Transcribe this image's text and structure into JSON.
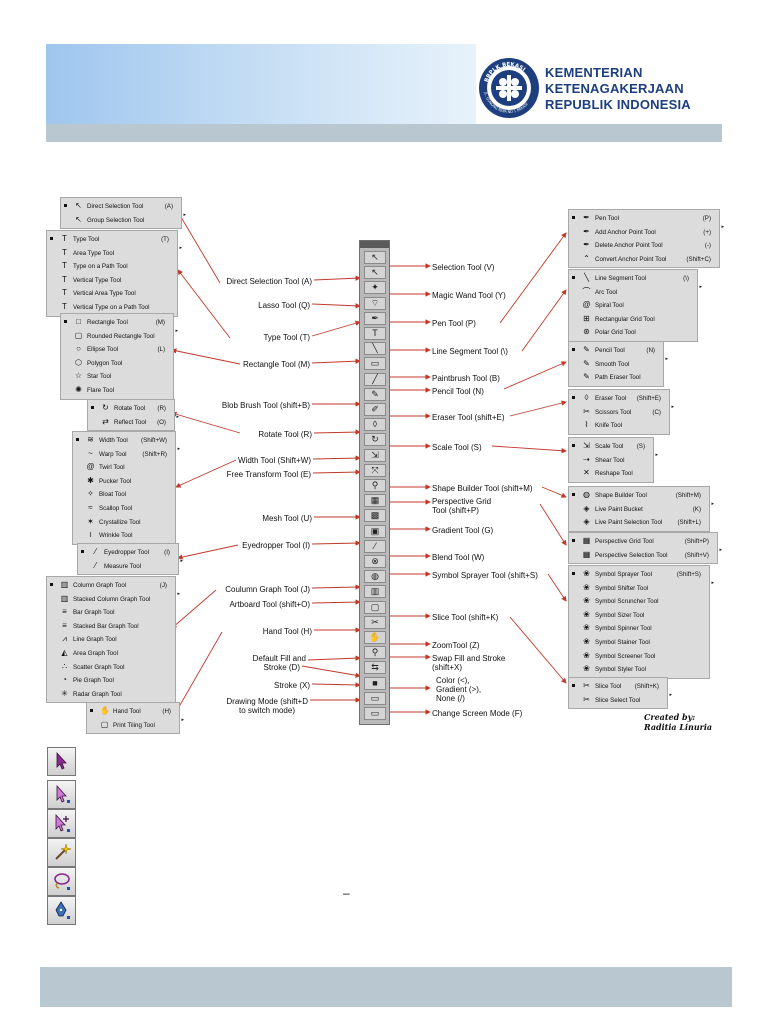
{
  "header": {
    "ministry_lines": [
      "KEMENTERIAN",
      "KETENAGAKERJAAN",
      "REPUBLIK INDONESIA"
    ],
    "logo_text": "BBPLK BEKASI",
    "logo_ring_text": "JL. GUNUNG RAYA NO 1 BEKASI"
  },
  "colors": {
    "banner": "#9fc6ee",
    "band": "#b8c7d0",
    "ministry_text": "#1d3f80",
    "arrow": "#c0392b"
  },
  "left_panels": [
    {
      "id": "direct-selection",
      "rows": [
        {
          "icon": "↖",
          "name": "Direct Selection Tool",
          "key": "(A)",
          "bullet": true
        },
        {
          "icon": "↖",
          "name": "Group Selection Tool",
          "key": ""
        }
      ]
    },
    {
      "id": "type",
      "rows": [
        {
          "icon": "T",
          "name": "Type Tool",
          "key": "(T)",
          "bullet": true
        },
        {
          "icon": "T",
          "name": "Area Type Tool",
          "key": ""
        },
        {
          "icon": "T",
          "name": "Type on a Path Tool",
          "key": ""
        },
        {
          "icon": "T",
          "name": "Vertical Type Tool",
          "key": ""
        },
        {
          "icon": "T",
          "name": "Vertical Area Type Tool",
          "key": ""
        },
        {
          "icon": "T",
          "name": "Vertical Type on a Path Tool",
          "key": ""
        }
      ]
    },
    {
      "id": "rectangle",
      "rows": [
        {
          "icon": "□",
          "name": "Rectangle Tool",
          "key": "(M)",
          "bullet": true
        },
        {
          "icon": "▢",
          "name": "Rounded Rectangle Tool",
          "key": ""
        },
        {
          "icon": "○",
          "name": "Ellipse Tool",
          "key": "(L)"
        },
        {
          "icon": "⬡",
          "name": "Polygon Tool",
          "key": ""
        },
        {
          "icon": "☆",
          "name": "Star Tool",
          "key": ""
        },
        {
          "icon": "✺",
          "name": "Flare Tool",
          "key": ""
        }
      ]
    },
    {
      "id": "rotate",
      "rows": [
        {
          "icon": "↻",
          "name": "Rotate Tool",
          "key": "(R)",
          "bullet": true
        },
        {
          "icon": "⇄",
          "name": "Reflect Tool",
          "key": "(O)"
        }
      ]
    },
    {
      "id": "width",
      "rows": [
        {
          "icon": "≋",
          "name": "Width Tool",
          "key": "(Shift+W)",
          "bullet": true
        },
        {
          "icon": "~",
          "name": "Warp Tool",
          "key": "(Shift+R)"
        },
        {
          "icon": "@",
          "name": "Twirl Tool",
          "key": ""
        },
        {
          "icon": "✱",
          "name": "Pucker Tool",
          "key": ""
        },
        {
          "icon": "✧",
          "name": "Bloat Tool",
          "key": ""
        },
        {
          "icon": "≈",
          "name": "Scallop Tool",
          "key": ""
        },
        {
          "icon": "✶",
          "name": "Crystallize Tool",
          "key": ""
        },
        {
          "icon": "≀",
          "name": "Wrinkle Tool",
          "key": ""
        }
      ]
    },
    {
      "id": "eyedropper",
      "rows": [
        {
          "icon": "⁄",
          "name": "Eyedropper Tool",
          "key": "(I)",
          "bullet": true
        },
        {
          "icon": "⁄",
          "name": "Measure Tool",
          "key": ""
        }
      ]
    },
    {
      "id": "graph",
      "rows": [
        {
          "icon": "▥",
          "name": "Column Graph Tool",
          "key": "(J)",
          "bullet": true
        },
        {
          "icon": "▥",
          "name": "Stacked Column Graph Tool",
          "key": ""
        },
        {
          "icon": "≡",
          "name": "Bar Graph Tool",
          "key": ""
        },
        {
          "icon": "≡",
          "name": "Stacked Bar Graph Tool",
          "key": ""
        },
        {
          "icon": "⩘",
          "name": "Line Graph Tool",
          "key": ""
        },
        {
          "icon": "◭",
          "name": "Area Graph Tool",
          "key": ""
        },
        {
          "icon": "∴",
          "name": "Scatter Graph Tool",
          "key": ""
        },
        {
          "icon": "◔",
          "name": "Pie Graph Tool",
          "key": ""
        },
        {
          "icon": "✳",
          "name": "Radar Graph Tool",
          "key": ""
        }
      ]
    },
    {
      "id": "hand",
      "rows": [
        {
          "icon": "✋",
          "name": "Hand Tool",
          "key": "(H)",
          "bullet": true
        },
        {
          "icon": "▢",
          "name": "Print Tiling Tool",
          "key": ""
        }
      ]
    }
  ],
  "right_panels": [
    {
      "id": "pen",
      "rows": [
        {
          "icon": "✒",
          "name": "Pen Tool",
          "key": "(P)",
          "bullet": true
        },
        {
          "icon": "✒",
          "name": "Add Anchor Point Tool",
          "key": "(+)"
        },
        {
          "icon": "✒",
          "name": "Delete Anchor Point Tool",
          "key": "(-)"
        },
        {
          "icon": "⌃",
          "name": "Convert Anchor Point Tool",
          "key": "(Shift+C)"
        }
      ]
    },
    {
      "id": "line",
      "rows": [
        {
          "icon": "╲",
          "name": "Line Segment Tool",
          "key": "(\\)",
          "bullet": true
        },
        {
          "icon": "⌒",
          "name": "Arc Tool",
          "key": ""
        },
        {
          "icon": "@",
          "name": "Spiral Tool",
          "key": ""
        },
        {
          "icon": "⊞",
          "name": "Rectangular Grid Tool",
          "key": ""
        },
        {
          "icon": "⊛",
          "name": "Polar Grid Tool",
          "key": ""
        }
      ]
    },
    {
      "id": "pencil",
      "rows": [
        {
          "icon": "✎",
          "name": "Pencil Tool",
          "key": "(N)",
          "bullet": true
        },
        {
          "icon": "✎",
          "name": "Smooth Tool",
          "key": ""
        },
        {
          "icon": "✎",
          "name": "Path Eraser Tool",
          "key": ""
        }
      ]
    },
    {
      "id": "eraser",
      "rows": [
        {
          "icon": "◊",
          "name": "Eraser Tool",
          "key": "(Shift+E)",
          "bullet": true
        },
        {
          "icon": "✂",
          "name": "Scissors Tool",
          "key": "(C)"
        },
        {
          "icon": "⌇",
          "name": "Knife Tool",
          "key": ""
        }
      ]
    },
    {
      "id": "scale",
      "rows": [
        {
          "icon": "⇲",
          "name": "Scale Tool",
          "key": "(S)",
          "bullet": true
        },
        {
          "icon": "⇢",
          "name": "Shear Tool",
          "key": ""
        },
        {
          "icon": "✕",
          "name": "Reshape Tool",
          "key": ""
        }
      ]
    },
    {
      "id": "shape-builder",
      "rows": [
        {
          "icon": "◍",
          "name": "Shape Builder Tool",
          "key": "(Shift+M)",
          "bullet": true
        },
        {
          "icon": "◈",
          "name": "Live Paint Bucket",
          "key": "(K)"
        },
        {
          "icon": "◈",
          "name": "Live Paint Selection Tool",
          "key": "(Shift+L)"
        }
      ]
    },
    {
      "id": "perspective",
      "rows": [
        {
          "icon": "▦",
          "name": "Perspective Grid Tool",
          "key": "(Shift+P)",
          "bullet": true
        },
        {
          "icon": "▦",
          "name": "Perspective Selection Tool",
          "key": "(Shift+V)"
        }
      ]
    },
    {
      "id": "symbol",
      "rows": [
        {
          "icon": "❀",
          "name": "Symbol Sprayer Tool",
          "key": "(Shift+S)",
          "bullet": true
        },
        {
          "icon": "❀",
          "name": "Symbol Shifter Tool",
          "key": ""
        },
        {
          "icon": "❀",
          "name": "Symbol Scruncher Tool",
          "key": ""
        },
        {
          "icon": "❀",
          "name": "Symbol Sizer Tool",
          "key": ""
        },
        {
          "icon": "❀",
          "name": "Symbol Spinner Tool",
          "key": ""
        },
        {
          "icon": "❀",
          "name": "Symbol Stainer Tool",
          "key": ""
        },
        {
          "icon": "❀",
          "name": "Symbol Screener Tool",
          "key": ""
        },
        {
          "icon": "❀",
          "name": "Symbol Styler Tool",
          "key": ""
        }
      ]
    },
    {
      "id": "slice",
      "rows": [
        {
          "icon": "✂",
          "name": "Slice Tool",
          "key": "(Shift+K)",
          "bullet": true
        },
        {
          "icon": "✂",
          "name": "Slice Select Tool",
          "key": ""
        }
      ]
    }
  ],
  "left_labels": [
    "Direct Selection Tool (A)",
    "Lasso Tool (Q)",
    "Type Tool (T)",
    "Rectangle Tool (M)",
    "Blob Brush Tool (shift+B)",
    "Rotate Tool (R)",
    "Width Tool (Shift+W)",
    "Free Transform Tool (E)",
    "Mesh Tool (U)",
    "Eyedropper Tool (I)",
    "Coulumn Graph Tool (J)",
    "Artboard Tool (shift+O)",
    "Hand Tool (H)",
    "Default Fill and",
    "Stroke (D)",
    "Stroke (X)",
    "Drawing Mode (shift+D",
    "to switch mode)"
  ],
  "right_labels": [
    "Selection Tool (V)",
    "Magic Wand Tool (Y)",
    "Pen Tool (P)",
    "Line Segment Tool (\\)",
    "Paintbrush Tool (B)",
    "Pencil Tool (N)",
    "Eraser Tool (shift+E)",
    "Scale Tool (S)",
    "Shape Builder Tool (shift+M)",
    "Perspective Grid",
    "Tool (shift+P)",
    "Gradient Tool (G)",
    "Blend Tool (W)",
    "Symbol Sprayer Tool (shift+S)",
    "Slice Tool (shift+K)",
    "ZoomTool (Z)",
    "Swap Fill and Stroke",
    "(shift+X)",
    "Color (<),",
    "Gradient (>),",
    "None (/)",
    "Change Screen Mode (F)"
  ],
  "toolbar_icons": [
    "↖",
    "↖",
    "✦",
    "⌔",
    "✒",
    "T",
    "╲",
    "▭",
    "╱",
    "✎",
    "✐",
    "◊",
    "↻",
    "⇲",
    "⤧",
    "⚲",
    "▦",
    "▩",
    "▣",
    "⁄",
    "⊗",
    "◍",
    "▥",
    "▢",
    "✂",
    "✋",
    "⚲",
    "⇆",
    "■",
    "▭",
    "▭"
  ],
  "credit": [
    "Created by:",
    "Raditia Linuria"
  ],
  "dash": "–"
}
